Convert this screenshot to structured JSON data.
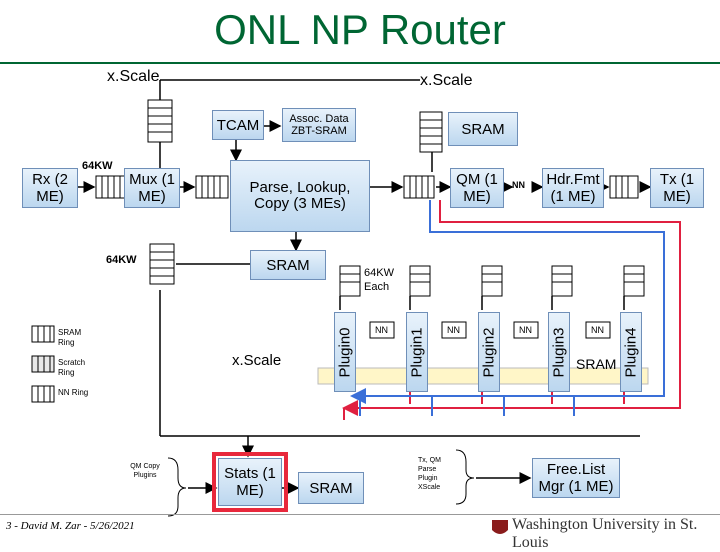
{
  "title": "ONL NP Router",
  "xscale_left": "x.Scale",
  "xscale_right": "x.Scale",
  "xscale_bottom": "x.Scale",
  "tcam": "TCAM",
  "assoc_data": "Assoc. Data ZBT-SRAM",
  "sram_top_right": "SRAM",
  "rx": "Rx (2 ME)",
  "kw64_top": "64KW",
  "mux": "Mux (1 ME)",
  "parse": "Parse, Lookup, Copy (3 MEs)",
  "qm": "QM (1 ME)",
  "hdrfmt": "Hdr.Fmt (1 ME)",
  "tx": "Tx (1 ME)",
  "kw64_mid": "64KW",
  "sram_mid": "SRAM",
  "kw64_each": "64KW Each",
  "legend": {
    "sram_ring": "SRAM Ring",
    "scratch_ring": "Scratch Ring",
    "nn_ring": "NN Ring"
  },
  "plugins": [
    "Plugin0",
    "Plugin1",
    "Plugin2",
    "Plugin3",
    "Plugin4"
  ],
  "nn_label": "NN",
  "sram_plugin": "SRAM",
  "qm_copy_plugin": "QM Copy Plugins",
  "stats": "Stats (1 ME)",
  "sram_bottom": "SRAM",
  "tx_qm_list": "Tx, QM Parse Plugin XScale",
  "freelist": "Free.List Mgr (1 ME)",
  "footer_left": "3 - David M. Zar - 5/26/2021",
  "footer_right": "Washington University in St. Louis",
  "colors": {
    "title": "#006633",
    "box_fill": "#cfe2f3",
    "arrow_red": "#e02040",
    "arrow_blue": "#3a6fd8",
    "highlight": "#e8283c"
  }
}
